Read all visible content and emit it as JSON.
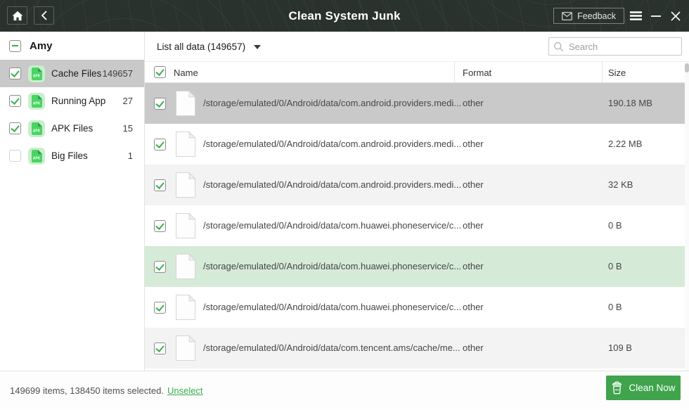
{
  "titlebar": {
    "title": "Clean System Junk",
    "feedback_label": "Feedback"
  },
  "sidebar": {
    "device_name": "Amy",
    "items": [
      {
        "label": "Cache Files",
        "count": "149657",
        "checked": true,
        "selected": true
      },
      {
        "label": "Running App",
        "count": "27",
        "checked": true,
        "selected": false
      },
      {
        "label": "APK Files",
        "count": "15",
        "checked": true,
        "selected": false
      },
      {
        "label": "Big Files",
        "count": "1",
        "checked": false,
        "selected": false
      }
    ]
  },
  "toolbar": {
    "filter_label": "List all data (149657)",
    "search_placeholder": "Search"
  },
  "table": {
    "columns": [
      "Name",
      "Format",
      "Size"
    ],
    "rows": [
      {
        "name": "/storage/emulated/0/Android/data/com.android.providers.medi...",
        "format": "other",
        "size": "190.18 MB",
        "checked": true,
        "state": "selected"
      },
      {
        "name": "/storage/emulated/0/Android/data/com.android.providers.medi...",
        "format": "other",
        "size": "2.22 MB",
        "checked": true,
        "state": "plain"
      },
      {
        "name": "/storage/emulated/0/Android/data/com.android.providers.medi...",
        "format": "other",
        "size": "32 KB",
        "checked": true,
        "state": "alt"
      },
      {
        "name": "/storage/emulated/0/Android/data/com.huawei.phoneservice/c...",
        "format": "other",
        "size": "0 B",
        "checked": true,
        "state": "plain"
      },
      {
        "name": "/storage/emulated/0/Android/data/com.huawei.phoneservice/c...",
        "format": "other",
        "size": "0 B",
        "checked": true,
        "state": "hover"
      },
      {
        "name": "/storage/emulated/0/Android/data/com.huawei.phoneservice/c...",
        "format": "other",
        "size": "0 B",
        "checked": true,
        "state": "plain"
      },
      {
        "name": "/storage/emulated/0/Android/data/com.tencent.ams/cache/me...",
        "format": "other",
        "size": "109 B",
        "checked": true,
        "state": "alt"
      }
    ]
  },
  "footer": {
    "summary": "149699 items, 138450 items selected.",
    "unselect_label": "Unselect",
    "clean_label": "Clean Now"
  },
  "icons": {
    "titlebar": [
      "home-icon",
      "back-icon",
      "envelope-icon",
      "menu-icon",
      "minimize-icon",
      "close-icon"
    ],
    "toolbar": [
      "caret-down-icon",
      "search-icon"
    ],
    "sidebar_item": "apk-file-icon",
    "table_row": "file-icon",
    "footer": "trash-icon"
  },
  "colors": {
    "titlebar_bg": "#2a322d",
    "accent_green": "#3fa44c",
    "check_green": "#3ab04a",
    "selected_row_gray": "#c9c9c9",
    "alt_row_gray": "#f3f3f3",
    "hover_row_green": "#d6ead8"
  }
}
